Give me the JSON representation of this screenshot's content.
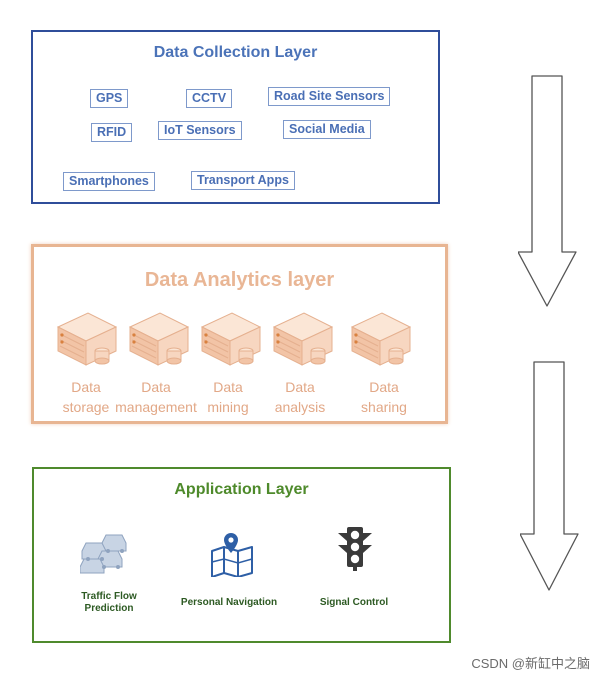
{
  "collection": {
    "title": "Data Collection Layer",
    "sources": [
      "GPS",
      "CCTV",
      "Road Site Sensors",
      "RFID",
      "IoT Sensors",
      "Social Media",
      "Smartphones",
      "Transport Apps"
    ]
  },
  "analytics": {
    "title": "Data Analytics layer",
    "items": [
      {
        "line1": "Data",
        "line2": "storage"
      },
      {
        "line1": "Data",
        "line2": "management"
      },
      {
        "line1": "Data",
        "line2": "mining"
      },
      {
        "line1": "Data",
        "line2": "analysis"
      },
      {
        "line1": "Data",
        "line2": "sharing"
      }
    ]
  },
  "application": {
    "title": "Application Layer",
    "items": [
      {
        "line1": "Traffic Flow",
        "line2": "Prediction"
      },
      {
        "line1": "Personal Navigation",
        "line2": ""
      },
      {
        "line1": "Signal Control",
        "line2": ""
      }
    ]
  },
  "watermark": "CSDN @新缸中之脑",
  "colors": {
    "collection": "#2f4d9a",
    "analytics": "#e8b592",
    "application": "#4f8a2d"
  }
}
